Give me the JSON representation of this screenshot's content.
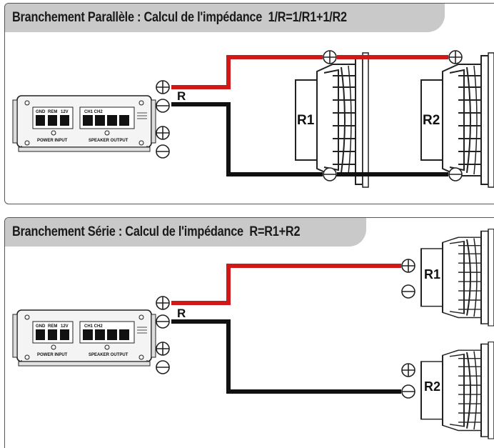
{
  "parallel": {
    "title": "Branchement Parallèle : Calcul de l'impédance  1/R=1/R1+1/R2",
    "resistor_label": "R",
    "speaker1_label": "R1",
    "speaker2_label": "R2"
  },
  "series": {
    "title": "Branchement Série : Calcul de l'impédance  R=R1+R2",
    "resistor_label": "R",
    "speaker1_label": "R1",
    "speaker2_label": "R2"
  },
  "amplifier": {
    "terminals": [
      "GND",
      "REM",
      "12V"
    ],
    "power_label": "POWER INPUT",
    "speaker_label": "SPEAKER OUTPUT",
    "speaker_terminal_hint": "CH1  CH2"
  },
  "colors": {
    "positive_wire": "#d01818",
    "negative_wire": "#111111",
    "tab": "#c9c9c9"
  }
}
